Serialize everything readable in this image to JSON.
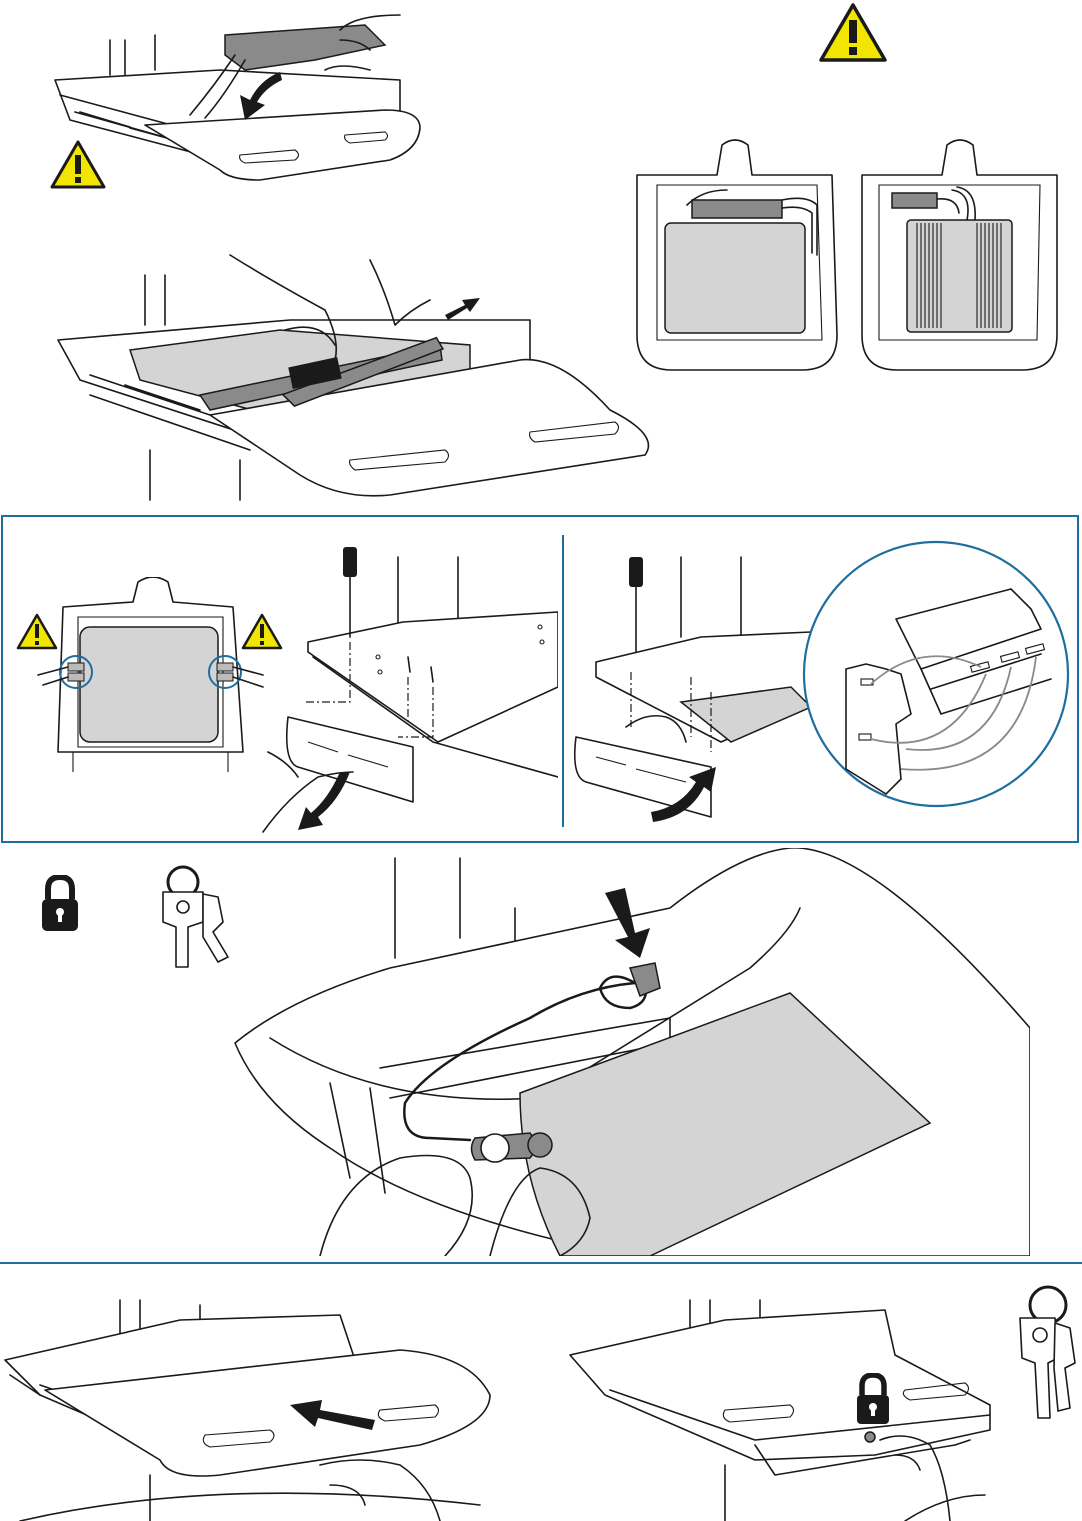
{
  "colors": {
    "accent_blue": "#1f6ea0",
    "warning_yellow": "#f2e600",
    "insert_gray": "#d4d4d4",
    "dark_gray": "#8a8a8a",
    "ink": "#1a1a1a"
  },
  "icons": [
    "warning-icon",
    "lock-icon",
    "keys-icon",
    "arrow-icon",
    "screwdriver-icon"
  ],
  "steps": [
    {
      "id": "insert-battery-into-drawer"
    },
    {
      "id": "battery-orientation-options"
    },
    {
      "id": "fasten-strap"
    },
    {
      "id": "remove-front-panel"
    },
    {
      "id": "reinstall-front-panel"
    },
    {
      "id": "attach-cable-lock"
    },
    {
      "id": "close-drawer"
    },
    {
      "id": "lock-drawer"
    }
  ]
}
